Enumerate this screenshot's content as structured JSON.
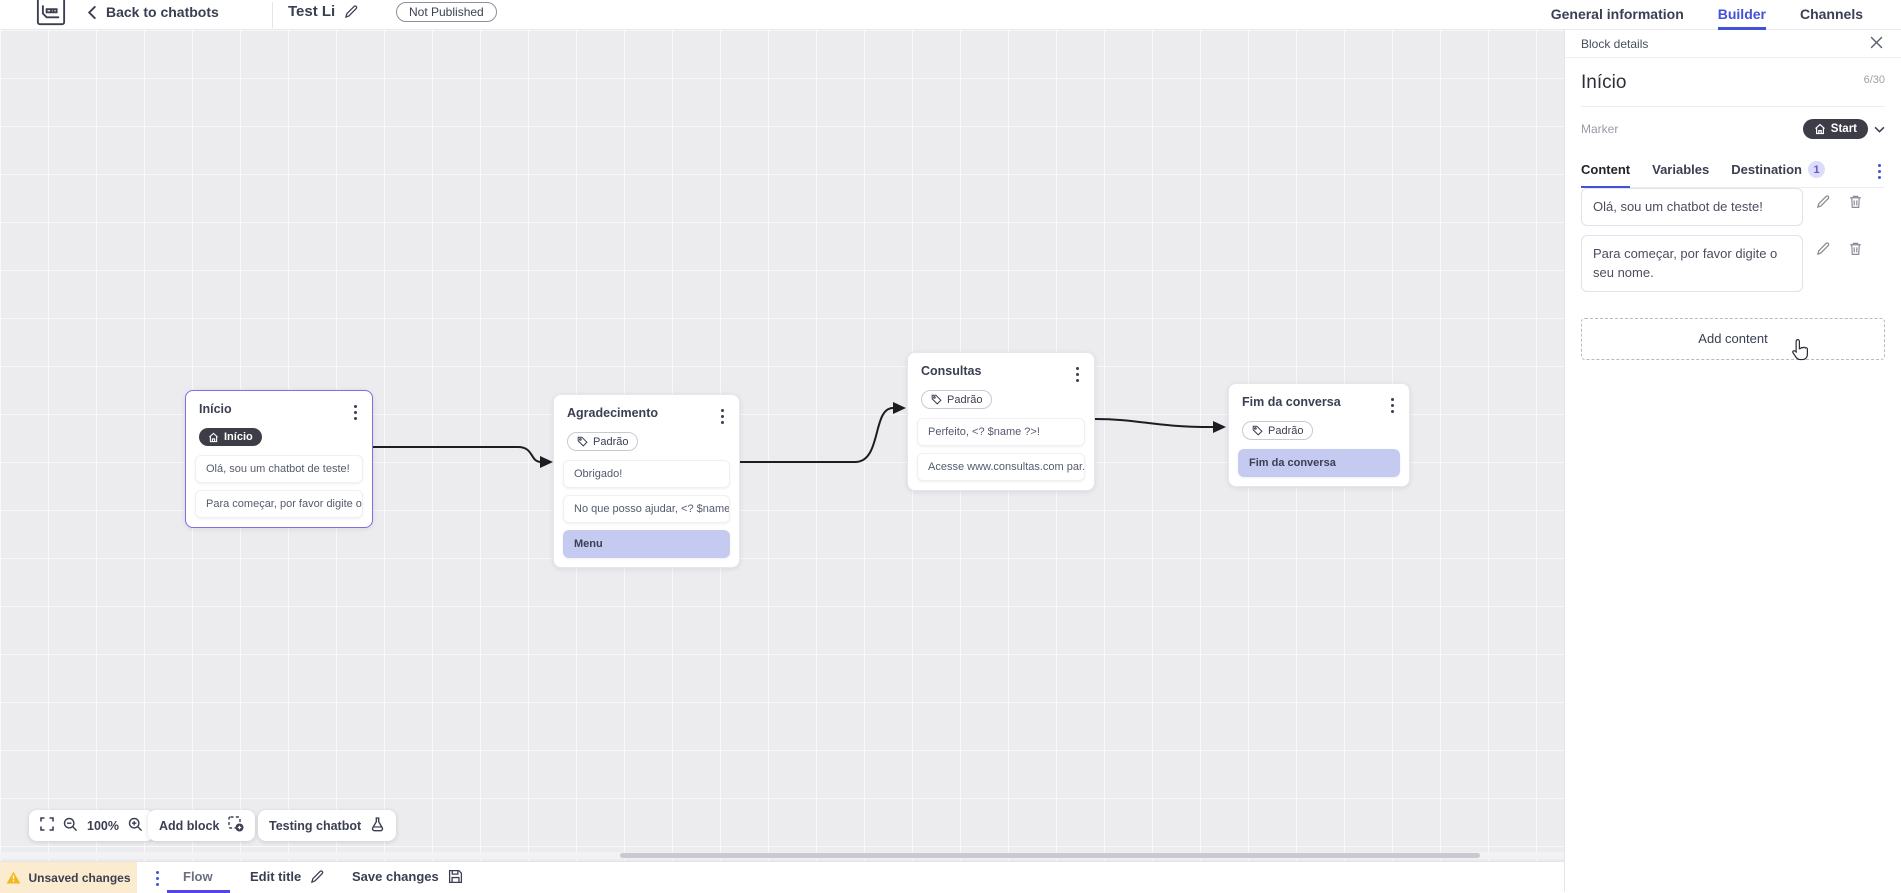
{
  "topbar": {
    "back_label": "Back to chatbots",
    "bot_title": "Test Li",
    "status_badge": "Not Published",
    "tabs": [
      {
        "label": "General information",
        "active": false
      },
      {
        "label": "Builder",
        "active": true
      },
      {
        "label": "Channels",
        "active": false
      }
    ]
  },
  "panel": {
    "header": "Block details",
    "block_title": "Início",
    "char_count": "6/30",
    "marker_label": "Marker",
    "marker_value": "Start",
    "tabs": [
      {
        "label": "Content",
        "active": true
      },
      {
        "label": "Variables",
        "active": false
      },
      {
        "label": "Destination",
        "badge": "1",
        "active": false
      }
    ],
    "contents": [
      "Olá, sou um chatbot de teste!",
      "Para começar, por favor digite o seu nome."
    ],
    "add_content_label": "Add content"
  },
  "canvas": {
    "nodes": [
      {
        "title": "Início",
        "marker": "Início",
        "rows": [
          {
            "text": "Olá, sou um chatbot de teste!"
          },
          {
            "text": "Para começar, por favor digite o ..."
          }
        ]
      },
      {
        "title": "Agradecimento",
        "tag": "Padrão",
        "rows": [
          {
            "text": "Obrigado!"
          },
          {
            "text": "No que posso ajudar, <? $name ..."
          },
          {
            "text": "Menu"
          }
        ]
      },
      {
        "title": "Consultas",
        "tag": "Padrão",
        "rows": [
          {
            "text": "Perfeito, <? $name ?>!"
          },
          {
            "text": "Acesse www.consultas.com par..."
          }
        ]
      },
      {
        "title": "Fim da conversa",
        "tag": "Padrão",
        "rows": [
          {
            "text": "Fim da conversa"
          }
        ]
      }
    ],
    "zoom_level": "100%",
    "add_block_label": "Add block",
    "testing_label": "Testing chatbot"
  },
  "bottombar": {
    "unsaved_label": "Unsaved changes",
    "flow_tab": "Flow",
    "edit_title_label": "Edit title",
    "save_label": "Save changes"
  },
  "colors": {
    "accent": "#4152d8",
    "selected_node_border": "#7a70e6",
    "highlight_row": "#c5caf1",
    "dark_pill": "#3d3d47",
    "warning_bg": "#fbeccf",
    "canvas_bg": "#ececef"
  }
}
